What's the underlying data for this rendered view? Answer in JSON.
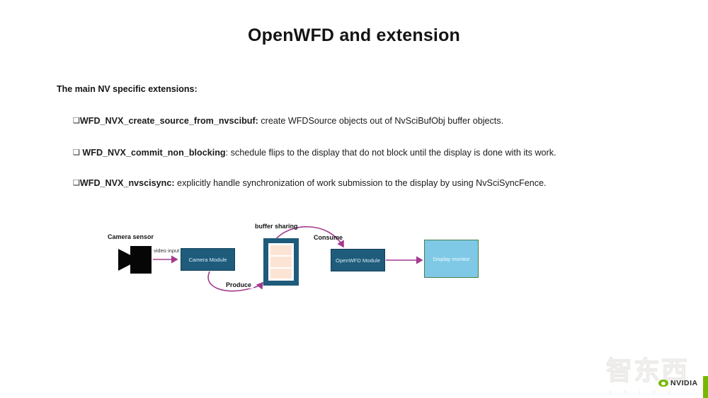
{
  "slide": {
    "title": "OpenWFD and extension",
    "intro": "The main NV specific extensions:",
    "bullets": [
      {
        "glyph": "❑",
        "term": "WFD_NVX_create_source_from_nvscibuf:",
        "rest": " create WFDSource objects out of NvSciBufObj buffer objects."
      },
      {
        "glyph": "❑",
        "term": " WFD_NVX_commit_non_blocking",
        "rest": ": schedule flips to the display that do not block until the display is done with its work."
      },
      {
        "glyph": "❑",
        "term": "WFD_NVX_nvscisync:",
        "rest": " explicitly handle synchronization of work submission to the display by using NvSciSyncFence."
      }
    ]
  },
  "diagram": {
    "camera_sensor_label": "Camera sensor",
    "video_input_label": "video input",
    "camera_module_label": "Camera Module",
    "buffer_sharing_label": "buffer sharing",
    "consume_label": "Consume",
    "produce_label": "Produce",
    "openwfd_module_label": "OpenWFD Module",
    "display_monitor_label": "Display monitor",
    "colors": {
      "module_fill": "#1f5c7c",
      "module_border": "#123f57",
      "buffer_fill": "#1f5b7a",
      "buffer_inner": "#fce4d4",
      "display_fill": "#7fc9e6",
      "display_border": "#45804a",
      "arrow": "#a23a8e"
    }
  },
  "footer": {
    "watermark_cn": "智东西",
    "watermark_en": "z h i d x",
    "nvidia_label": "NVIDIA",
    "nvidia_green": "#76b900"
  }
}
